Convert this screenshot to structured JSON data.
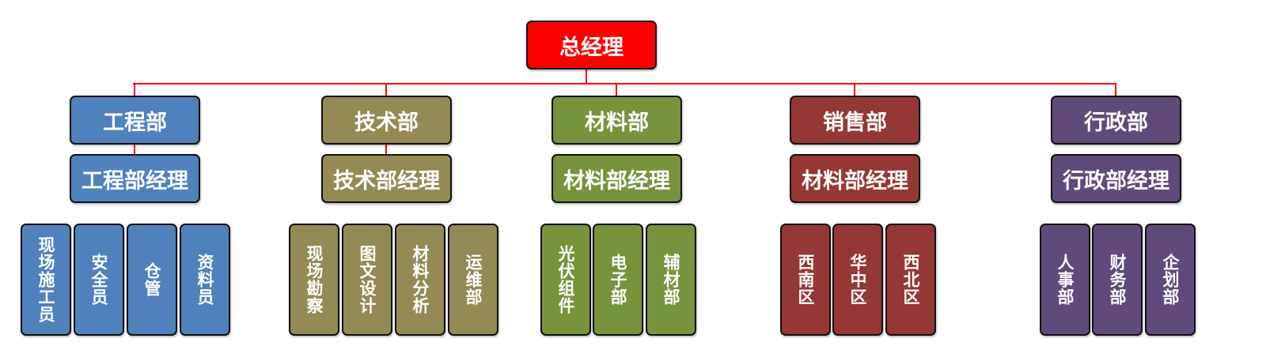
{
  "root": {
    "label": "总经理",
    "color": "#FF0000"
  },
  "departments": [
    {
      "label": "工程部",
      "manager": "工程部经理",
      "color": "#4F81BD",
      "units": [
        "现场施工员",
        "安全员",
        "仓管",
        "资料员"
      ]
    },
    {
      "label": "技术部",
      "manager": "技术部经理",
      "color": "#948A54",
      "units": [
        "现场勘察",
        "图文设计",
        "材料分析",
        "运维部"
      ]
    },
    {
      "label": "材料部",
      "manager": "材料部经理",
      "color": "#77933C",
      "units": [
        "光伏组件",
        "电子部",
        "辅材部"
      ]
    },
    {
      "label": "销售部",
      "manager": "材料部经理",
      "color": "#953735",
      "units": [
        "西南区",
        "华中区",
        "西北区"
      ]
    },
    {
      "label": "行政部",
      "manager": "行政部经理",
      "color": "#604A7B",
      "units": [
        "人事部",
        "财务部",
        "企划部"
      ]
    }
  ]
}
